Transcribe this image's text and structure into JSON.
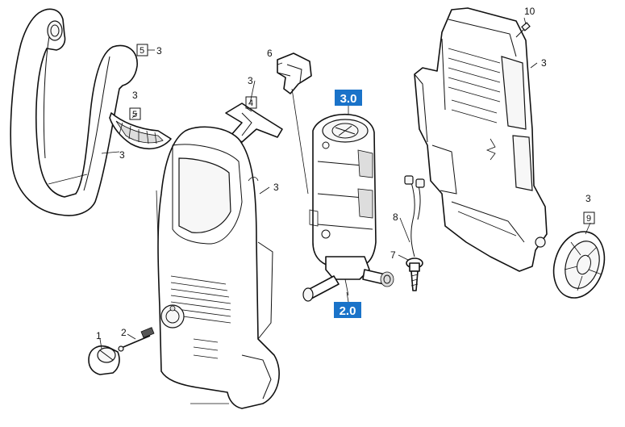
{
  "callouts": [
    {
      "id": "1",
      "text": "1"
    },
    {
      "id": "2",
      "text": "2"
    },
    {
      "id": "3a",
      "text": "3"
    },
    {
      "id": "3b",
      "text": "3"
    },
    {
      "id": "3c",
      "text": "3"
    },
    {
      "id": "3d",
      "text": "3"
    },
    {
      "id": "3e",
      "text": "3"
    },
    {
      "id": "3f",
      "text": "3"
    },
    {
      "id": "3g",
      "text": "3"
    },
    {
      "id": "4",
      "text": "4"
    },
    {
      "id": "5a",
      "text": "5"
    },
    {
      "id": "5b",
      "text": "5"
    },
    {
      "id": "6",
      "text": "6"
    },
    {
      "id": "7",
      "text": "7"
    },
    {
      "id": "8",
      "text": "8"
    },
    {
      "id": "9",
      "text": "9"
    },
    {
      "id": "10",
      "text": "10"
    }
  ],
  "badges": {
    "pump_unit": "3.0",
    "motor_unit": "2.0"
  },
  "colors": {
    "badge": "#1a73c9",
    "line": "#111111"
  }
}
